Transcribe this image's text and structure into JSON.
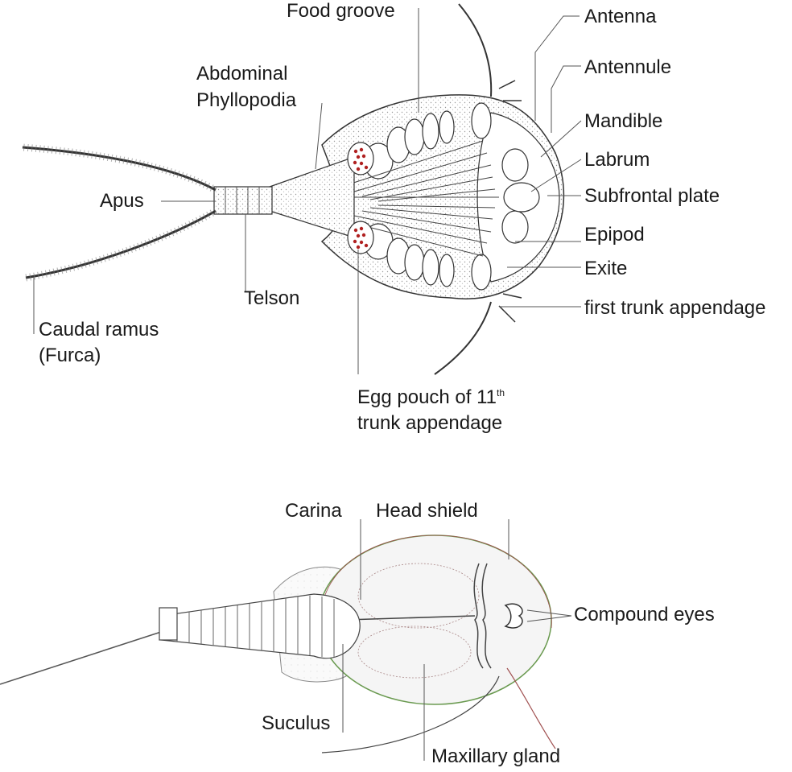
{
  "top_diagram": {
    "labels": {
      "food_groove": "Food groove",
      "antenna": "Antenna",
      "abdominal_1": "Abdominal",
      "abdominal_2": "Phyllopodia",
      "antennule": "Antennule",
      "mandible": "Mandible",
      "labrum": "Labrum",
      "apus": "Apus",
      "subfrontal_plate": "Subfrontal plate",
      "epipod": "Epipod",
      "exite": "Exite",
      "telson": "Telson",
      "first_trunk_appendage": "first trunk appendage",
      "caudal_1": "Caudal ramus",
      "caudal_2": "(Furca)",
      "egg_pouch_1": "Egg pouch of 11",
      "egg_pouch_sup": "th",
      "egg_pouch_2": "trunk appendage"
    }
  },
  "bottom_diagram": {
    "labels": {
      "carina": "Carina",
      "head_shield": "Head shield",
      "compound_eyes": "Compound eyes",
      "suculus": "Suculus",
      "maxillary_gland": "Maxillary gland"
    }
  },
  "colors": {
    "line": "#555555",
    "egg": "#b02020",
    "shield_outline": "#6a9a50",
    "shell_outline": "#a05050"
  }
}
